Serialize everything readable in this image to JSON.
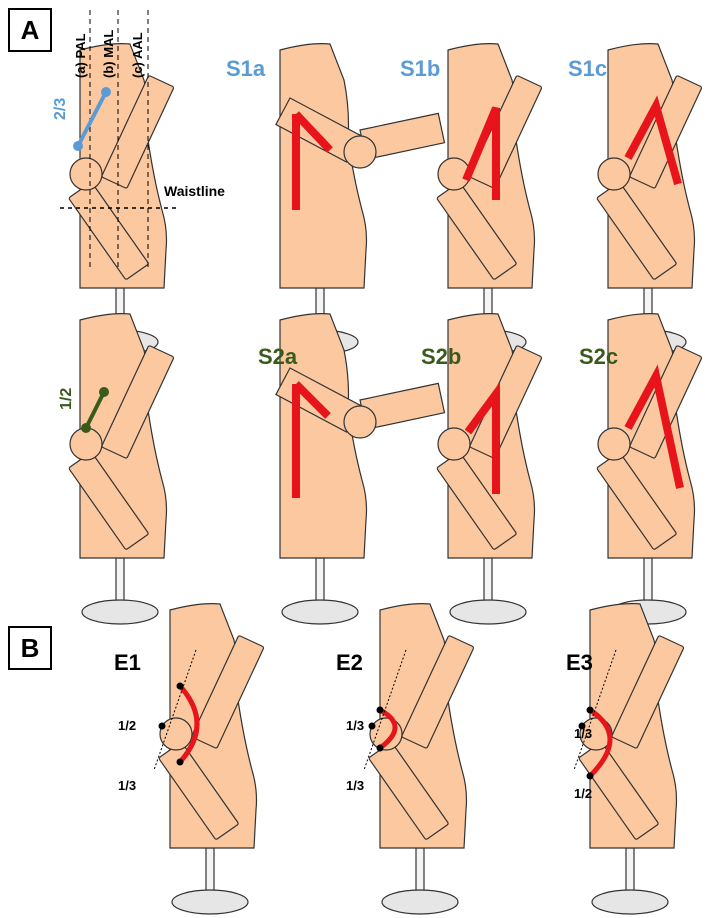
{
  "panels": {
    "A": "A",
    "B": "B"
  },
  "reference": {
    "lines": [
      "(a) PAL",
      "(b) MAL",
      "(c) AAL"
    ],
    "waistline": "Waistline",
    "ratio_top": "2/3",
    "ratio_bottom": "1/2"
  },
  "row1": [
    "S1a",
    "S1b",
    "S1c"
  ],
  "row2": [
    "S2a",
    "S2b",
    "S2c"
  ],
  "row3": [
    {
      "label": "E1",
      "upper": "1/2",
      "lower": "1/3"
    },
    {
      "label": "E2",
      "upper": "1/3",
      "lower": "1/3"
    },
    {
      "label": "E3",
      "upper": "1/3",
      "lower": "1/2"
    }
  ],
  "colors": {
    "skin": "#fbc8a0",
    "marker_red": "#e8141c",
    "row1_label": "#5b9bd5",
    "row2_label": "#3a5a1c",
    "stand": "#e6e6e6"
  }
}
